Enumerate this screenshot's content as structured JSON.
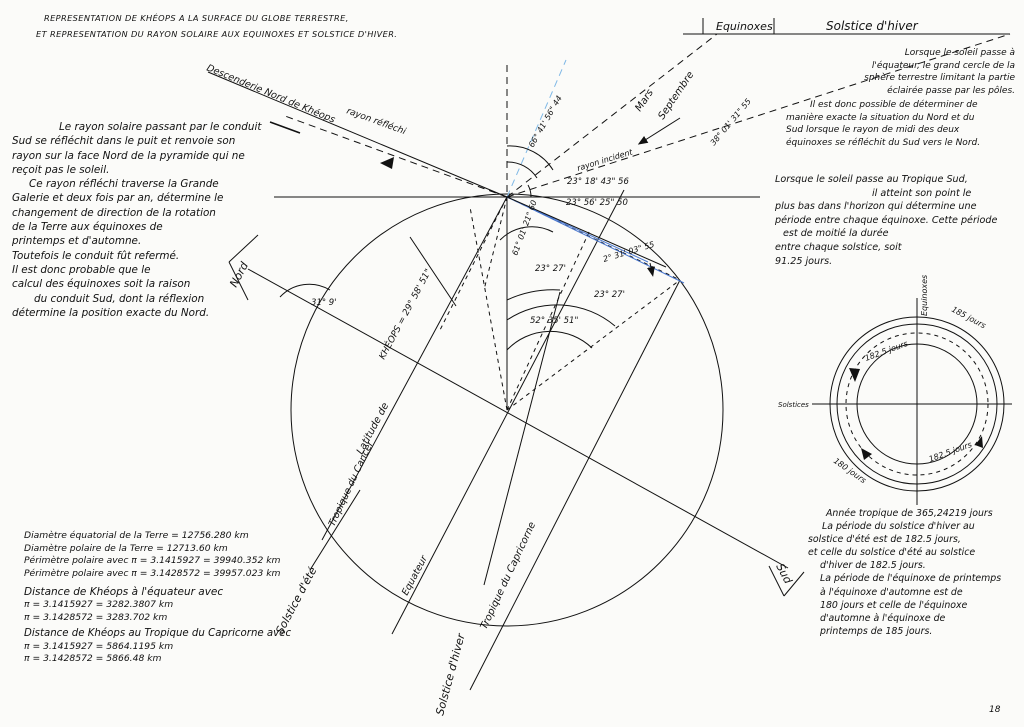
{
  "header": {
    "line1": "REPRESENTATION DE KHÉOPS A LA SURFACE DU GLOBE TERRESTRE,",
    "line2": "ET REPRESENTATION DU RAYON SOLAIRE AUX EQUINOXES ET SOLSTICE D'HIVER."
  },
  "top_labels": {
    "equinoxes": "Equinoxes",
    "solstice_hiver": "Solstice d'hiver",
    "descenderie": "Descenderie Nord de Khéops",
    "rayon_reflechi": "rayon réfléchi",
    "rayon_incident": "rayon incident",
    "mars": "Mars",
    "septembre": "Septembre"
  },
  "angles": {
    "a1": "66° 41' 56\" 44",
    "a2": "23° 18' 43\" 56",
    "a3": "23° 56' 25\" 50",
    "a4": "38° 01' 31\" 55",
    "a5": "61° 01' 21\" 60",
    "a6": "23° 27'",
    "a7": "2° 31' 03\" 55",
    "a8": "23° 27'",
    "a9": "52° 35' 51\"",
    "a10": "31° 9'"
  },
  "globe_labels": {
    "nord": "Nord",
    "sud": "Sud",
    "latitude": "Latitude de",
    "kheops": "KHÉOPS = 29° 58' 51\"",
    "tropique_cancer": "Tropique du Cancer",
    "equateur": "Equateur",
    "tropique_capricorne": "Tropique du Capricorne",
    "solstice_ete": "Solstice d'été",
    "solstice_hiver_bottom": "Solstice d'hiver"
  },
  "left_text": {
    "p1": [
      "Le rayon solaire passant par le conduit",
      "Sud se réfléchit dans le puit et renvoie son",
      "rayon sur la face Nord de la pyramide qui ne",
      "reçoit pas le soleil."
    ],
    "p2": [
      "Ce rayon réfléchi traverse la Grande",
      "Galerie et deux fois par an, détermine le",
      "changement de direction de la rotation",
      "de la Terre aux équinoxes de",
      "printemps et d'automne.",
      "Toutefois le conduit fût refermé.",
      "Il est donc probable que le",
      "calcul des équinoxes soit la raison",
      "du conduit Sud, dont la réflexion",
      "détermine la position exacte du Nord."
    ]
  },
  "right_text": {
    "p1": [
      "Lorsque le soleil passe à",
      "l'équateur, le grand cercle de la",
      "sphère terrestre limitant la partie",
      "éclairée passe par les pôles."
    ],
    "p2": [
      "Il est donc possible de déterminer de",
      "manière exacte la situation du Nord et du",
      "Sud lorsque le rayon de midi des deux",
      "équinoxes se réfléchit du Sud vers le Nord."
    ],
    "p3": [
      "Lorsque le soleil passe au Tropique Sud,",
      "il atteint son point le",
      "plus bas dans l'horizon qui détermine une",
      "période entre chaque équinoxe. Cette période",
      "est de moitié la durée",
      "entre chaque solstice, soit",
      "91.25 jours."
    ]
  },
  "small_diagram": {
    "equinoxes": "Equinoxes",
    "solstices": "Solstices",
    "d185": "185 jours",
    "d182a": "182.5 jours",
    "d182b": "182.5 jours",
    "d180": "180 jours"
  },
  "bottom_right_text": {
    "lines": [
      "Année tropique de 365,24219 jours",
      "La période du solstice d'hiver au",
      "solstice d'été est de 182.5 jours,",
      "et celle du solstice d'été au solstice",
      "d'hiver de 182.5 jours.",
      "La période de l'équinoxe de printemps",
      "à l'équinoxe d'automne est de",
      "180 jours et celle de l'équinoxe",
      "d'automne à l'équinoxe de",
      "printemps de 185 jours."
    ]
  },
  "bottom_left_text": {
    "lines": [
      "Diamètre équatorial de la Terre = 12756.280 km",
      "Diamètre polaire de la Terre = 12713.60 km",
      "Périmètre polaire avec π = 3.1415927 = 39940.352 km",
      "Périmètre polaire avec π = 3.1428572 = 39957.023 km",
      "Distance de Khéops à l'équateur avec",
      "π = 3.1415927 = 3282.3807 km",
      "π = 3.1428572 = 3283.702 km",
      "Distance de Khéops au Tropique du Capricorne avec",
      "π = 3.1415927 = 5864.1195 km",
      "π = 3.1428572 = 5866.48 km"
    ]
  },
  "page_number": "18"
}
